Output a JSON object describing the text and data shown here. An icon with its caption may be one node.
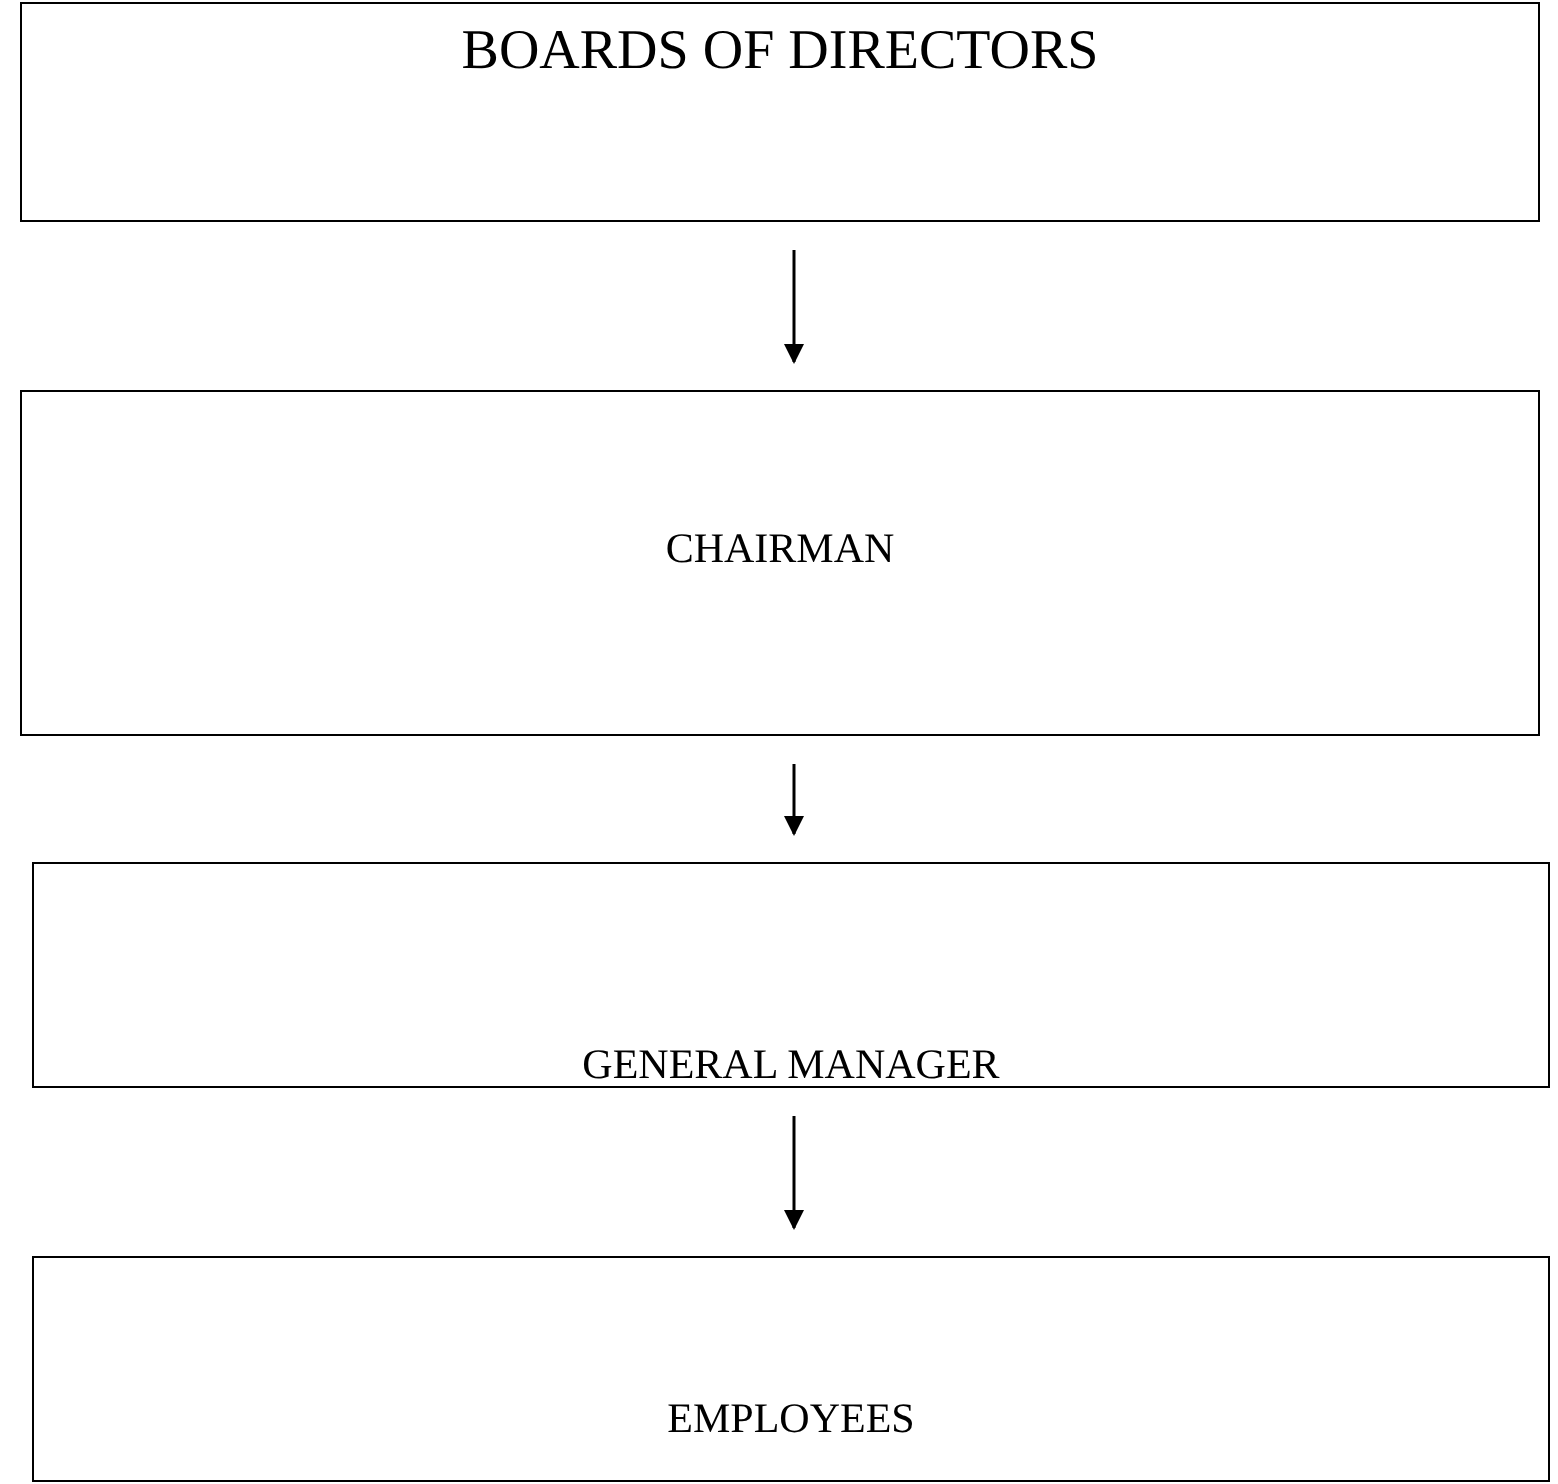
{
  "diagram": {
    "nodes": [
      {
        "text": [
          "BOARDS OF DIRECTORS"
        ]
      },
      {
        "text": [
          "CHAIRMAN"
        ]
      },
      {
        "text": [
          "GENERAL MANAGER"
        ]
      },
      {
        "text": [
          "EMPLOYEES"
        ]
      }
    ],
    "edges": [
      {
        "from": 0,
        "to": 1,
        "arrow": "to"
      },
      {
        "from": 1,
        "to": 2,
        "arrow": "to"
      },
      {
        "from": 2,
        "to": 3,
        "arrow": "to"
      }
    ]
  }
}
